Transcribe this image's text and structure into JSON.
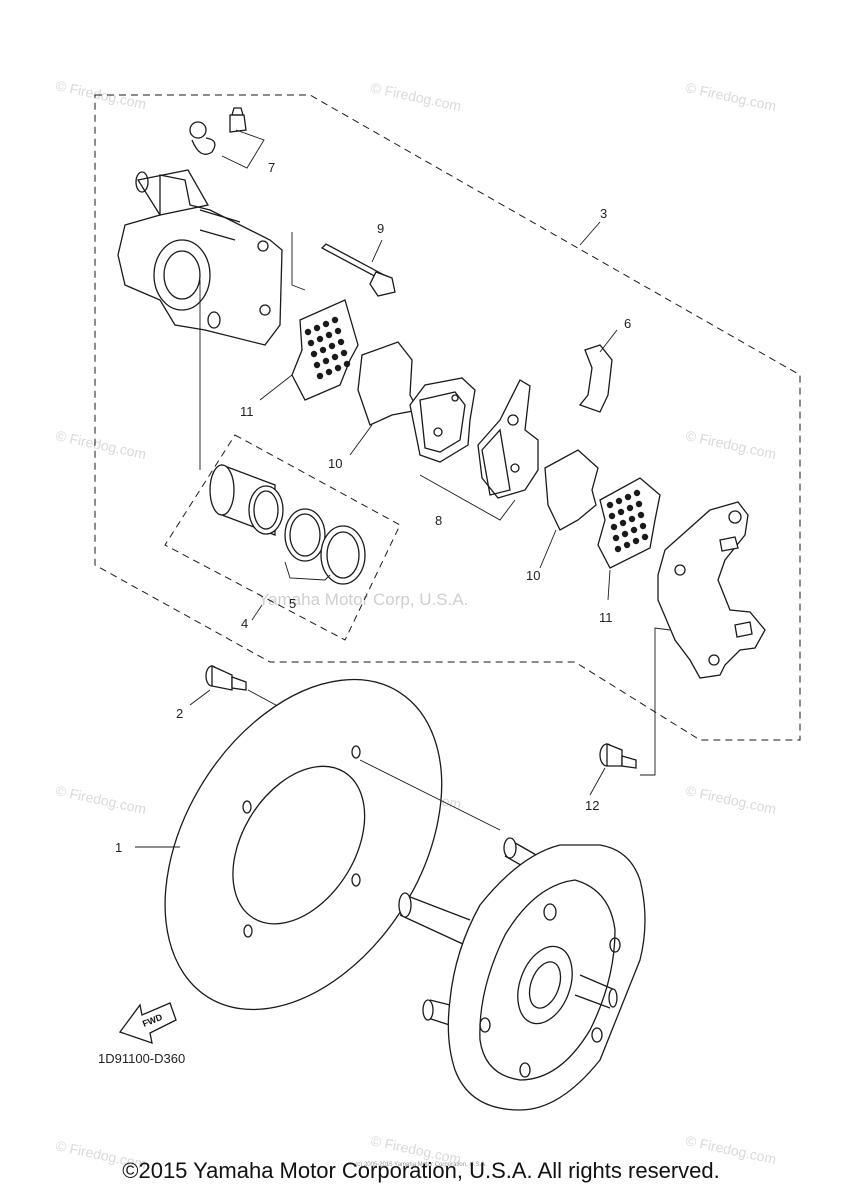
{
  "watermarks": [
    "© Firedog.com"
  ],
  "center_watermark": "Yamaha Motor Corp, U.S.A.",
  "drawing_code": "1D91100-D360",
  "fwd_label": "FWD",
  "callouts": {
    "c1": "1",
    "c2": "2",
    "c3": "3",
    "c4": "4",
    "c5": "5",
    "c6": "6",
    "c7": "7",
    "c8": "8",
    "c9": "9",
    "c10a": "10",
    "c10b": "10",
    "c11a": "11",
    "c11b": "11",
    "c12": "12"
  },
  "copyright": "©2015 Yamaha Motor Corporation, U.S.A. All rights reserved.",
  "small_copyright": "(c) 2005-2015 Yamaha Motor Corporation, U.S.A."
}
